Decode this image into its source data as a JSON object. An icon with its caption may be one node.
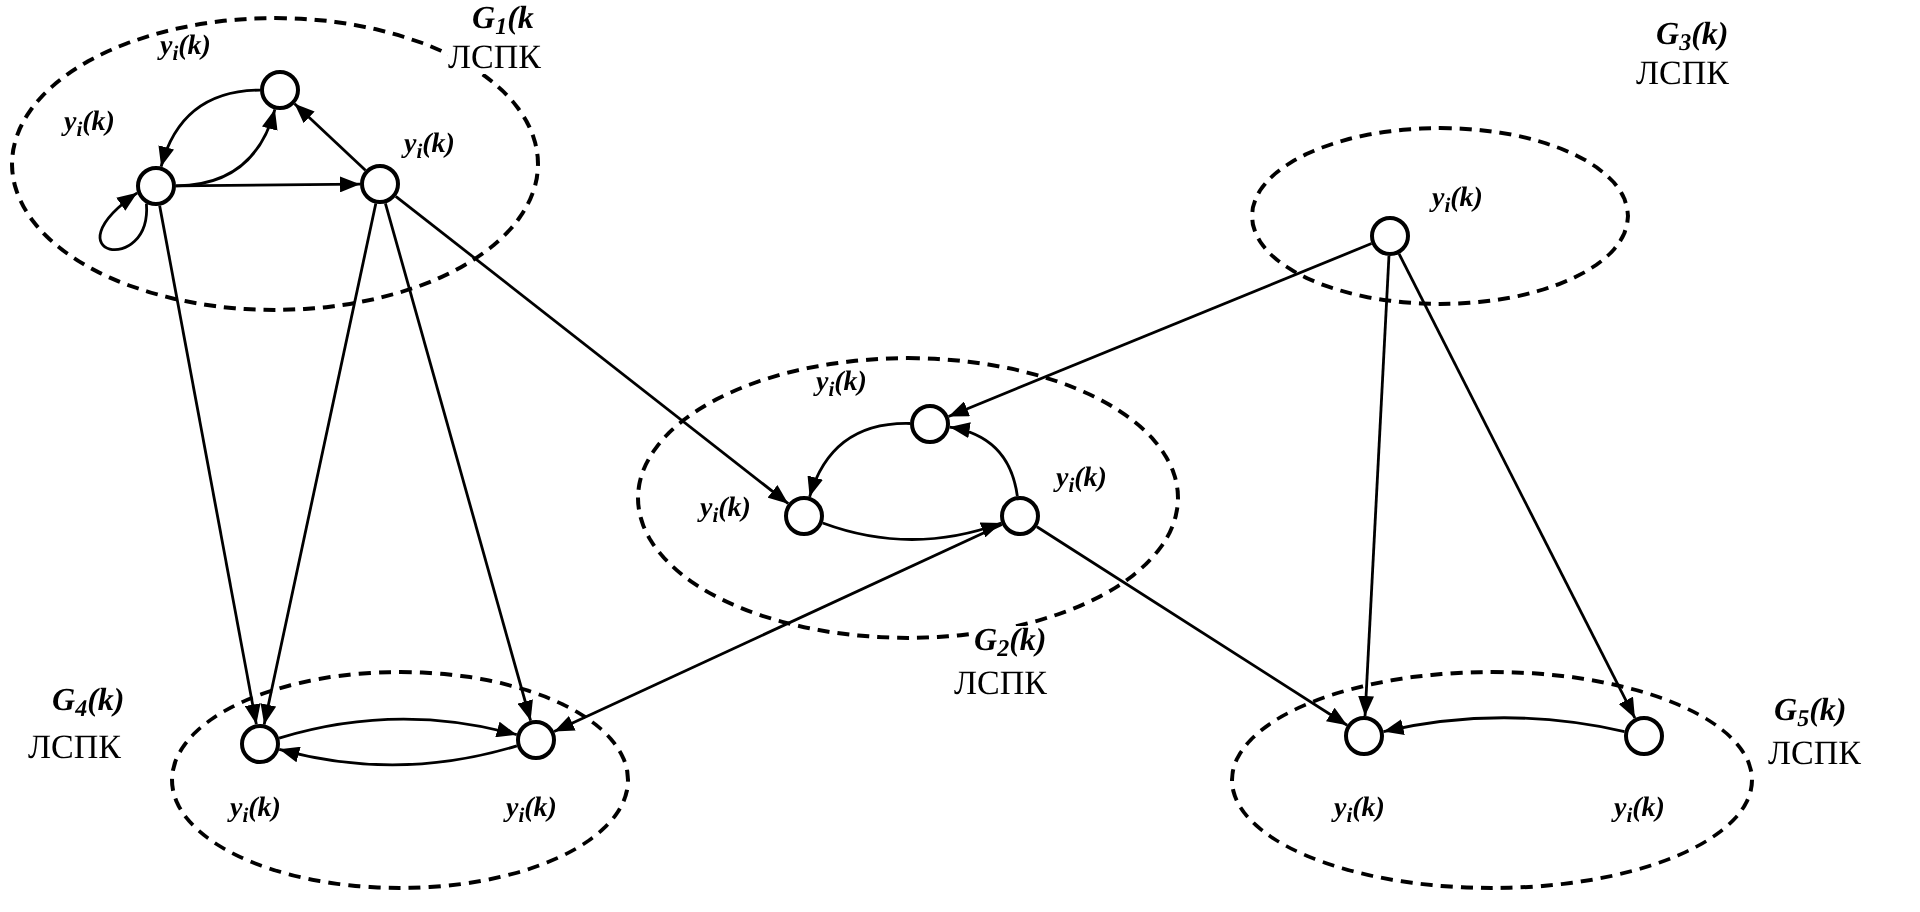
{
  "diagram": {
    "nodes": [
      {
        "text": [
          "G$_{1}$(k",
          "ЛСПК"
        ]
      },
      {
        "text": [],
        "shape": "circle",
        "beside": [
          "y$_{i}$(k)"
        ],
        "in": 0
      },
      {
        "text": [],
        "shape": "circle",
        "beside": [
          "y$_{i}$(k)"
        ],
        "in": 0
      },
      {
        "text": [],
        "shape": "circle",
        "beside": [
          "y$_{i}$(k)"
        ],
        "in": 0
      },
      {
        "text": [
          "G$_{2}$(k)",
          "ЛСПК"
        ]
      },
      {
        "text": [],
        "shape": "circle",
        "beside": [
          "y$_{i}$(k)"
        ],
        "in": 4
      },
      {
        "text": [],
        "shape": "circle",
        "beside": [
          "y$_{i}$(k)"
        ],
        "in": 4
      },
      {
        "text": [],
        "shape": "circle",
        "beside": [
          "y$_{i}$(k)"
        ],
        "in": 4
      },
      {
        "text": [
          "G$_{3}$(k)",
          "ЛСПК"
        ]
      },
      {
        "text": [],
        "shape": "circle",
        "beside": [
          "y$_{i}$(k)"
        ],
        "in": 8
      },
      {
        "text": [
          "G$_{4}$(k)",
          "ЛСПК"
        ]
      },
      {
        "text": [],
        "shape": "circle",
        "beside": [
          "y$_{i}$(k)"
        ],
        "in": 10
      },
      {
        "text": [],
        "shape": "circle",
        "beside": [
          "y$_{i}$(k)"
        ],
        "in": 10
      },
      {
        "text": [
          "G$_{5}$(k)",
          "ЛСПК"
        ]
      },
      {
        "text": [],
        "shape": "circle",
        "beside": [
          "y$_{i}$(k)"
        ],
        "in": 13
      },
      {
        "text": [],
        "shape": "circle",
        "beside": [
          "y$_{i}$(k)"
        ],
        "in": 13
      }
    ],
    "edges": [
      {
        "from": 1,
        "to": 2,
        "arrow": "to"
      },
      {
        "from": 2,
        "to": 1,
        "arrow": "to"
      },
      {
        "from": 2,
        "to": 2,
        "arrow": "to"
      },
      {
        "from": 2,
        "to": 3,
        "arrow": "to"
      },
      {
        "from": 3,
        "to": 1,
        "arrow": "to"
      },
      {
        "from": 2,
        "to": 11,
        "arrow": "to"
      },
      {
        "from": 3,
        "to": 11,
        "arrow": "to"
      },
      {
        "from": 3,
        "to": 12,
        "arrow": "to"
      },
      {
        "from": 3,
        "to": 6,
        "arrow": "to"
      },
      {
        "from": 9,
        "to": 5,
        "arrow": "to"
      },
      {
        "from": 5,
        "to": 6,
        "arrow": "to"
      },
      {
        "from": 6,
        "to": 7,
        "arrow": "to"
      },
      {
        "from": 7,
        "to": 5,
        "arrow": "to"
      },
      {
        "from": 7,
        "to": 12,
        "arrow": "to"
      },
      {
        "from": 7,
        "to": 14,
        "arrow": "to"
      },
      {
        "from": 9,
        "to": 14,
        "arrow": "to"
      },
      {
        "from": 9,
        "to": 15,
        "arrow": "to"
      },
      {
        "from": 11,
        "to": 12,
        "arrow": "to"
      },
      {
        "from": 12,
        "to": 11,
        "arrow": "to"
      },
      {
        "from": 15,
        "to": 14,
        "arrow": "to"
      }
    ]
  }
}
